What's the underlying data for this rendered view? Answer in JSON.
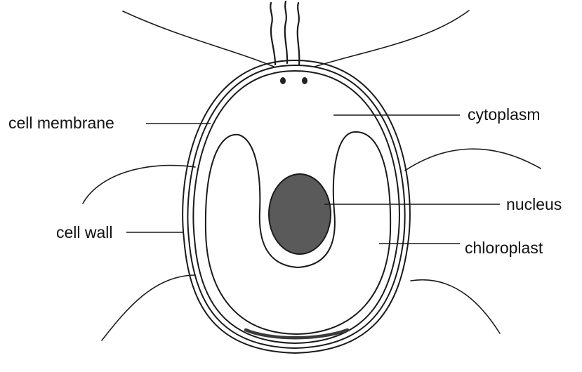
{
  "diagram": {
    "labels": {
      "cell_membrane": "cell membrane",
      "cell_wall": "cell wall",
      "cytoplasm": "cytoplasm",
      "nucleus": "nucleus",
      "chloroplast": "chloroplast"
    },
    "colors": {
      "line": "#1a1a1a",
      "nucleus_fill": "#5a5a5a",
      "eyespot": "#222222",
      "background": "#ffffff"
    }
  }
}
